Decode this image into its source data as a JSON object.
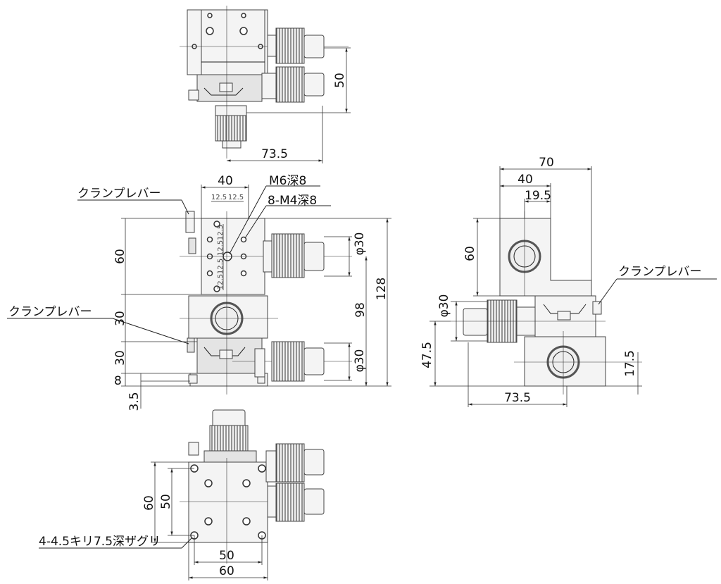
{
  "drawing": {
    "top_view": {
      "dim_height": "50",
      "dim_width": "73.5"
    },
    "front_view": {
      "dim_top_width": "40",
      "pitch_labels_h": [
        "12.5",
        "12.5"
      ],
      "pitch_labels_v": [
        "12.5",
        "12.5",
        "12.5",
        "12.5"
      ],
      "callout_m6": "M6深8",
      "callout_m4": "8-M4深8",
      "clamp_lever_upper": "クランプレバー",
      "clamp_lever_lower": "クランプレバー",
      "dim_60": "60",
      "dim_30_upper": "30",
      "dim_30_lower": "30",
      "dim_8": "8",
      "dim_3_5": "3.5",
      "dim_128": "128",
      "dim_98": "98",
      "dia_upper": "φ30",
      "dia_lower": "φ30"
    },
    "side_view": {
      "dim_70": "70",
      "dim_40": "40",
      "dim_19_5": "19.5",
      "dim_60": "60",
      "dia": "φ30",
      "dim_47_5": "47.5",
      "dim_17_5": "17.5",
      "dim_73_5": "73.5",
      "clamp_lever": "クランプレバー"
    },
    "bottom_view": {
      "dim_60_v": "60",
      "dim_50_v": "50",
      "dim_50_h": "50",
      "dim_60_h": "60",
      "hole_callout": "4-4.5キリ7.5深ザグリ"
    }
  }
}
